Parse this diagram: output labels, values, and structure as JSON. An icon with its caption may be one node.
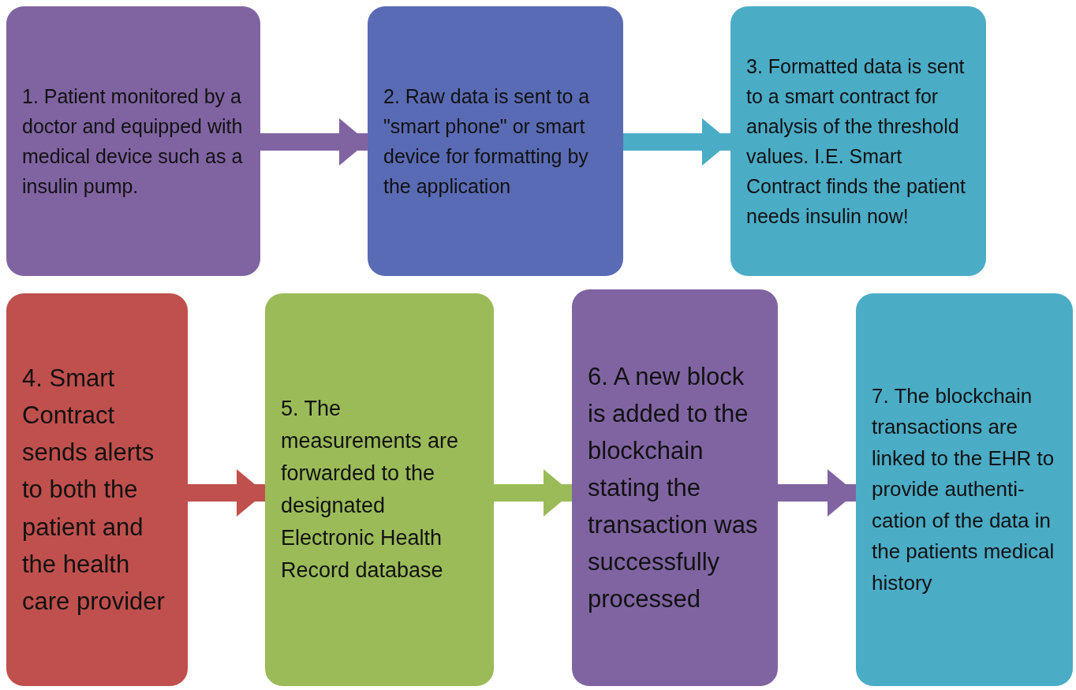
{
  "diagram": {
    "nodes": [
      {
        "text": [
          "1. Patient monitored by a doctor and equipped with medical device such as a insulin pump."
        ]
      },
      {
        "text": [
          "2. Raw data is sent to a \"smart phone\" or smart device for formatting by the application"
        ]
      },
      {
        "text": [
          "3. Formatted data is sent to a smart contract for analysis of the threshold values.  I.E. Smart Contract finds the patient needs insulin now!"
        ]
      },
      {
        "text": [
          "4. Smart Contract sends alerts to both the patient and the health care provider"
        ]
      },
      {
        "text": [
          "5. The measurements are forwarded to the designated Electronic Health Record database"
        ]
      },
      {
        "text": [
          "6. A new block is added to the blockchain stating the transaction was successfully processed"
        ]
      },
      {
        "text": [
          "7. The blockchain transactions are linked to the EHR to provide authenti-cation of the data in the patients medical history"
        ]
      }
    ],
    "edges": [
      {
        "from": 0,
        "to": 1,
        "arrow": "to",
        "color": "#8064a2"
      },
      {
        "from": 1,
        "to": 2,
        "arrow": "to",
        "color": "#4bacc6"
      },
      {
        "from": 3,
        "to": 4,
        "arrow": "to",
        "color": "#c0504d"
      },
      {
        "from": 4,
        "to": 5,
        "arrow": "to",
        "color": "#9bbb59"
      },
      {
        "from": 5,
        "to": 6,
        "arrow": "to",
        "color": "#8064a2"
      }
    ]
  }
}
